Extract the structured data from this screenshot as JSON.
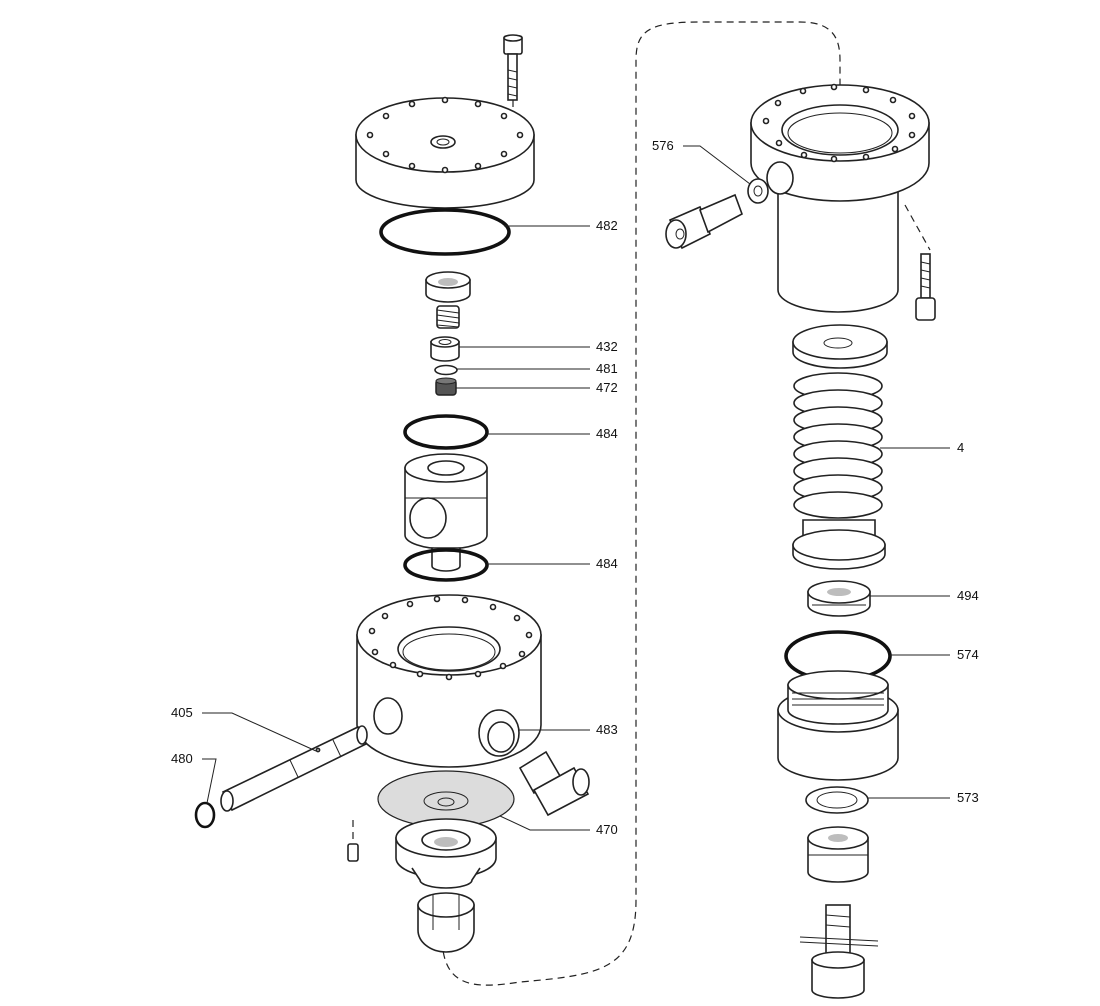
{
  "callouts": [
    {
      "id": "482",
      "text": "482"
    },
    {
      "id": "432",
      "text": "432"
    },
    {
      "id": "481",
      "text": "481"
    },
    {
      "id": "472",
      "text": "472"
    },
    {
      "id": "484a",
      "text": "484"
    },
    {
      "id": "484b",
      "text": "484"
    },
    {
      "id": "405",
      "text": "405"
    },
    {
      "id": "480",
      "text": "480"
    },
    {
      "id": "483",
      "text": "483"
    },
    {
      "id": "470",
      "text": "470"
    },
    {
      "id": "576",
      "text": "576"
    },
    {
      "id": "4",
      "text": "4"
    },
    {
      "id": "494",
      "text": "494"
    },
    {
      "id": "574",
      "text": "574"
    },
    {
      "id": "573",
      "text": "573"
    }
  ]
}
